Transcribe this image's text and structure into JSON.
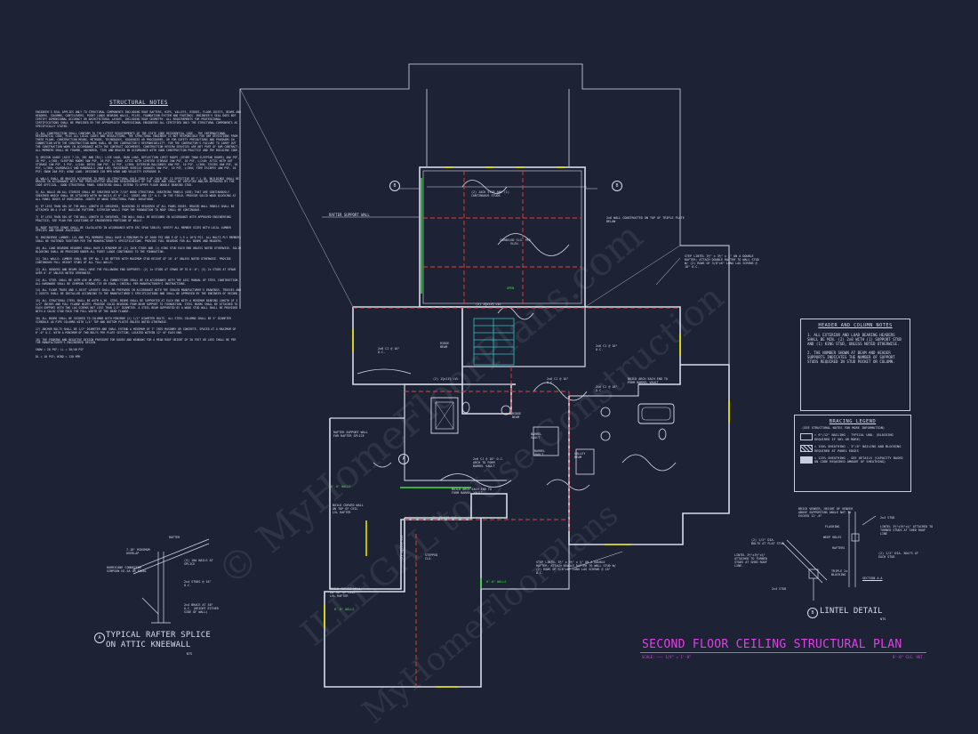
{
  "sheet": {
    "title": "SECOND FLOOR CEILING STRUCTURAL PLAN",
    "scale_left": "SCALE: ——— 1/4\" = 1'-0\"",
    "scale_right": "8'-0\" CLG. HGT.",
    "colors": {
      "background": "#1e2235",
      "linework": "#d8dcea",
      "accent_title": "#e040e8",
      "highlight_walls": "#3fe03f",
      "beams": "#e0443c",
      "stair": "#2fc4c4"
    }
  },
  "watermark": {
    "line1": "© MyHomeFloorPlans.com",
    "line2": "ILLEGAL to Use Construction",
    "line3": "MyHomeFloorPlans"
  },
  "structural_notes": {
    "heading": "STRUCTURAL NOTES",
    "paragraphs": [
      "ENGINEER'S SEAL APPLIES ONLY TO STRUCTURAL COMPONENTS INCLUDING ROOF RAFTERS, HIPS, VALLEYS, RIDGES, FLOOR JOISTS, BEAMS AND HEADERS, COLUMNS, CANTILEVERS, POINT LOADS BEARING WALLS, PILES, FOUNDATION SYSTEM AND FOOTINGS. ENGINEER'S SEAL DOES NOT CERTIFY DIMENSIONAL ACCURACY OR ARCHITECTURAL LAYOUT, INCLUDING ROOF GEOMETRY. ALL REQUIREMENTS FOR PROFESSIONAL CERTIFICATIONS SHALL BE PROVIDED BY THE APPROPRIATE PROFESSIONAL ENGINEERS ALL CERTIFIED ONLY THE STRUCTURAL COMPONENTS AS SPECIFICALLY STATED.",
      "2) ALL CONSTRUCTION SHALL CONFORM TO THE LATEST REQUIREMENTS OF THE STATE CODE RESIDENTIAL CODE - THE INTERNATIONAL RESIDENTIAL CODE, PLUS ALL LOCAL CODES AND REGULATIONS. THE STRUCTURAL ENGINEER IS NOT RESPONSIBLE FOR ANY DEVIATIONS FROM THESE PLANS. CONSTRUCTION MEANS, METHODS, TECHNIQUES, SEQUENCES OR PROCEDURES, OR FOR SAFETY PRECAUTIONS AND PROGRAMS IN CONNECTION WITH THE CONSTRUCTION WORK SHALL BE THE CONTRACTOR'S RESPONSIBILITY. FOR THE CONTRACTOR'S FAILURE TO CARRY OUT THE CONSTRUCTION WORK IN ACCORDANCE WITH THE CONTRACT DOCUMENTS. CONSTRUCTION REVIEW SERVICES ARE NOT PART OF OUR CONTRACT. ALL MEMBERS SHALL BE FRAMED, ANCHORED, TIED AND BRACED IN ACCORDANCE WITH GOOD CONSTRUCTION PRACTICE AND THE BUILDING CODE.",
      "3) DESIGN LOADS (ASCE 7-10, IBC AND IRC): LIVE LOAD, DEAD LOAD, DEFLECTION LIMIT ROOFS (OTHER THAN SLEEPING ROOMS) 40# PSF, 10 PSF, L/360; SLEEPING ROOMS 30# PSF, 10 PSF, L/360; ATTIC WITH LIMITED STORAGE 20# PSF, 10 PSF, L/240; ATTIC WITH OUT STORAGE 10# PSF, 5 PSF, L/240; DECKS 40# PSF, 10 PSF, L/360; EXTERIOR BALCONIES 60# PSF, 10 PSF, L/360; STAIRS 40# PSF, 10 PSF, L/360; GUARDRAILS AND HANDRAILS 200# LBS; PASSENGER VEHICLE GARAGES 50# PSF, 10 PSF, L/360; FIRE ESCAPES 40# PSF, 10 PSF; SNOW 20# PSF; WIND LOAD: DESIGNED 130 MPH WIND AND VELOCITY EXPOSURE B.",
      "4) WALLS SHALL BE BRACED ACCORDING TO R602.10 STRUCTURAL RULE 2308.9 OF 2018 IRC IS EFFECTIVE BY 7-1-18. BUILDINGS SHALL BE BRACED IN ACCORDANCE WITH THE PRESCRIPTIVE BRACING REQUIREMENTS OF THE CODE AND SHALL BE VERIFIED AND/OR APPROVED BY THE CODE OFFICIAL. GOOD STRUCTURAL PANEL SHEATHING SHALL EXTEND TO UPPER FLOOR DOUBLE BEARING STUD.",
      "5) ALL WALLS ON ALL STORIES SHALL BE SHEATHED WITH 7/16\" WOOD STRUCTURAL SHEATHING PANELS (OSB) THAT ARE CONTINUOUSLY SHEATHED WHICH SHALL BE ATTACHED WITH 8d NAILS AT 6\" O.C. EDGES AND 12\" O.C. IN THE FIELD. PROVIDE SOLID WOOD BLOCKING AT ALL PANEL EDGES AT HORIZONTAL JOINTS OF WOOD STRUCTURAL PANEL SHEATHING.",
      "6) IF LESS THAN 50% OF THE WALL LENGTH IS SHEATHED, BLOCKING IS REQUIRED AT ALL PANEL EDGES. BRACED WALL PANELS SHALL BE ATTACHED ON A 4'x8' NAILING PATTERN. EXTERIOR WALLS FROM THE FOUNDATION TO ROOF SHALL BE CONTINUOUS.",
      "7) IF LESS THAN 50% OF THE WALL LENGTH IS SHEATHED, THE WALL SHALL BE DESIGNED IN ACCORDANCE WITH APPROVED ENGINEERING PRACTICE; SEE PLAN FOR LOCATIONS OF ENGINEERED PORTIONS OF WALLS.",
      "8) ROOF RAFTER SPANS SHALL BE CALCULATED IN ACCORDANCE WITH IRC SPAN TABLES; VERIFY ALL MEMBER SIZES WITH LOCAL LUMBER SPECIES AND GRADE AVAILABLE.",
      "9) ENGINEERED LUMBER: LVL AND PSL MEMBERS SHALL HAVE A MINIMUM Fb OF 2600 PSI AND E OF 1.9 x 10^6 PSI. ALL MULTI-PLY MEMBERS SHALL BE FASTENED TOGETHER PER THE MANUFACTURER'S SPECIFICATIONS. PROVIDE FULL BEARING FOR ALL BEAMS AND HEADERS.",
      "10) ALL LOAD BEARING HEADERS SHALL HAVE A MINIMUM OF (2) JACK STUDS AND (1) KING STUD EACH END UNLESS NOTED OTHERWISE. SOLID BLOCKING SHALL BE PROVIDED UNDER ALL POINT LOADS CONTINUOUS TO THE FOUNDATION.",
      "11) TALL WALLS: LUMBER SHALL BE SPF No. 2 OR BETTER WITH MAXIMUM STUD HEIGHT OF 10'-0\" UNLESS NOTED OTHERWISE. PROVIDE CONTINUOUS FULL HEIGHT STUDS AT ALL TALL WALLS.",
      "12) ALL HEADERS AND BEAMS SHALL HAVE THE FOLLOWING END SUPPORTS: (2) 2x STUDS AT SPANS UP TO 6'-0\"; (3) 2x STUDS AT SPANS OVER 6'-0\" UNLESS NOTED OTHERWISE.",
      "13) ALL STEEL SHALL BE ASTM A36 OR A992. ALL CONNECTIONS SHALL BE IN ACCORDANCE WITH THE AISC MANUAL OF STEEL CONSTRUCTION. ALL HARDWARE SHALL BE SIMPSON STRONG-TIE OR EQUAL; INSTALL PER MANUFACTURER'S INSTRUCTIONS.",
      "14) ALL FLOOR TRUSS AND I-JOIST LAYOUTS SHALL BE PREPARED IN ACCORDANCE WITH THE SEALED MANUFACTURER'S DRAWINGS. TRUSSES AND I-JOISTS SHALL BE INSTALLED ACCORDING TO THE MANUFACTURER'S SPECIFICATIONS AND SHALL BE APPROVED BY THE ENGINEER OF RECORD.",
      "15) ALL STRUCTURAL STEEL SHALL BE ASTM A-36. STEEL BEAMS SHALL BE SUPPORTED AT EACH END WITH A MINIMUM BEARING LENGTH OF 3 1/2\" INCHES AND FULL FLANGE WIDTH. PROVIDE SOLID BEARING FROM BEAM SUPPORT TO FOUNDATION. STEEL BEAMS SHALL BE ATTACHED TO EACH SUPPORT WITH TWO LAG SCREWS NOT LESS THAN 1/2\" DIAMETER. A STEEL BEAM SUPPORTED BY A WOOD STUD WALL SHALL BE PROVIDED WITH A SOLID STUD PACK THE FULL WIDTH OF THE BEAM FLANGE.",
      "16) ALL BEAMS SHALL BE SECURED TO COLUMNS WITH MINIMUM (2) 1/2\" DIAMETER BOLTS. ALL STEEL COLUMNS SHALL BE 3\" DIAMETER SCHEDULE 40 PIPE COLUMNS WITH 1/4\" TOP AND BOTTOM PLATES UNLESS NOTED OTHERWISE.",
      "17) ANCHOR BOLTS SHALL BE 1/2\" DIAMETER AND SHALL EXTEND A MINIMUM OF 7\" INTO MASONRY OR CONCRETE, SPACED AT A MAXIMUM OF 6'-0\" O.C. WITH A MINIMUM OF TWO BOLTS PER PLATE SECTION, LOCATED WITHIN 12\" OF EACH END.",
      "18) THE FRAMING AND NEGATIVE DESIGN PRESSURE FOR DOORS AND WINDOWS FOR A MEAN ROOF HEIGHT OF 30 FEET OR LESS SHALL BE PER THE MANUFACTURER'S ENGINEERED DESIGN.",
      "SNOW = 20 PSF; LL = 30/40 PSF",
      "DL = 10 PSF; WIND = 130 MPH"
    ]
  },
  "header_column_notes": {
    "heading": "HEADER AND COLUMN NOTES",
    "items": [
      "1. ALL EXTERIOR AND LOAD BEARING HEADERS SHALL BE MIN. (2) 2x8 WITH (1) SUPPORT STUD AND (1) KING STUD, UNLESS NOTED OTHERWISE.",
      "2. THE NUMBER SHOWN AT BEAM AND HEADER SUPPORTS INDICATES THE NUMBER OF SUPPORT STUDS REQUIRED IN STUD POCKET OR COLUMN."
    ]
  },
  "bracing_legend": {
    "heading": "BRACING LEGEND",
    "subheading": "(SEE STRUCTURAL NOTES FOR MORE INFORMATION)",
    "items": [
      "= 6\"/12\" NAILING - TYPICAL UNO. (BLOCKING REQUIRED IF 50% OR MORE)",
      "= 150% SHEATHING - 3\"/6\" NAILING AND BLOCKING REQUIRED AT PANEL EDGES",
      "= 125% SHEATHING - SEE DETAILS (CAPACITY BASED ON CODE REQUIRED AMOUNT OF SHEATHING)"
    ]
  },
  "plan_labels": {
    "rafter_support_wall": "RAFTER SUPPORT WALL",
    "jack_stud": "(2) JACK STUD AND (1) CONTINUOUS STUDS",
    "corbeled": "CORBELED CLG. PER ELEV.",
    "wall_constructed": "2x6 WALL CONSTRUCTED ON TOP OF TRIPLE PLATE BELOW",
    "open": "OPEN",
    "steel_lintel_top": "STEP LINTEL 3½\" x 3½\" x ¼\" ON A DOUBLE RAFTER; ATTACH DOUBLE RAFTER TO WALL STUD W/ (2) ROWS OF 3/8\"x6\" LONG LAG SCREWS @ 16\" O.C.",
    "lvl_top": "(2) 1¾x11⅞ LVL",
    "ridge_beam": "RIDGE BEAM",
    "cj_1": "2x6 CJ @ 16\" O.C.",
    "cj_2": "2x6 CJ @ 16\" O.C.",
    "cj_3": "2x6 CJ @ 16\" O.C.",
    "cj_4": "2x6 CJ @ 16\" O.C.",
    "build_arch_1": "BUILD ARCH EACH END TO FORM BARREL VAULT",
    "build_arch_2": "BUILD ARCH EACH END TO FORM BARREL VAULT",
    "cj_arch": "2x6 CJ @ 16\" O.C. ARCH TO FORM BARREL VAULT",
    "ridge_beam_2": "RIDGE BEAM",
    "barrel_vault_1": "BARREL VAULT",
    "barrel_vault_2": "BARREL VAULT",
    "valley_beam": "VALLEY BEAM",
    "rafter_support_wall_2": "RAFTER SUPPORT WALL FOR RAFTER SPLICE",
    "walls_8_1": "8'-0\" WALLS",
    "walls_8_2": "8'-0\" WALLS",
    "walls_8_3": "8'-0\" WALLS",
    "build_curved_1": "BUILD CURVED WALL ON TOP OF CEIL LVL RAFTER",
    "build_curved_2": "BUILD CURVED WALL ON TOP OF CEIL LVL RAFTER",
    "stepped_rafter": "STEPPED CLG.",
    "lvl_mid": "(2) 1¾x11⅞ LVL",
    "lvl_bottom": "(2) 1¾x11⅞ LVL",
    "lvl_vertical": "(2) 1¾x11⅞ LVL",
    "steel_lintel_bottom": "STEP LINTEL 3½\" x 3½\" x ¼\" ON A DOUBLE RAFTER; ATTACH DOUBLE RAFTER TO WALL STUD W/ (2) ROWS OF 3/8\"x6\" LONG LAG SCREWS @ 16\" O.C.",
    "bubble_b_left": "B",
    "bubble_b_right": "B",
    "bubble_a": "A"
  },
  "detail_rafter": {
    "title_line1": "TYPICAL RAFTER SPLICE",
    "title_line2": "ON ATTIC KNEEWALL",
    "ntg": "NTS",
    "bubble": "A",
    "labels": [
      "RAFTER",
      "7-16\" MINIMUM OVERLAP",
      "HURRICANE CONNECTOR SIMPSON H2.5A OR EQUAL",
      "(3) 10d NAILS AT SPLICE",
      "2x4 STUDS @ 16\" O.C.",
      "2x4 BRACE AT 48\" O.C. (HEIGHT EITHER SIDE OF WALL)"
    ]
  },
  "detail_lintel": {
    "title": "LINTEL DETAIL",
    "ntg": "NTS",
    "bubble": "B",
    "labels": [
      "BRICK VENEER, HEIGHT OF VENEER ABOVE SUPPORTING ANGLE NOT TO EXCEED 12'-8\"",
      "FLASHING",
      "WEEP HOLES",
      "RAFTERS",
      "(2) 1/2\" DIA. BOLTS AT FLAT STUD",
      "LINTEL 3½\"x3½\"x¼\" ATTACHED TO TURNED STUDS AT SHED ROOF LINE.",
      "TRIPLE 2x BLOCKING",
      "2x4 STUD",
      "LINTEL 3½\"x3½\"x¼\" ATTACHED TO TURNED STUDS AT SHED ROOF LINE",
      "(2) 1/2\" DIA. BOLTS AT EACH STUD",
      "SECTION A-A",
      "2x4 STUD"
    ]
  }
}
